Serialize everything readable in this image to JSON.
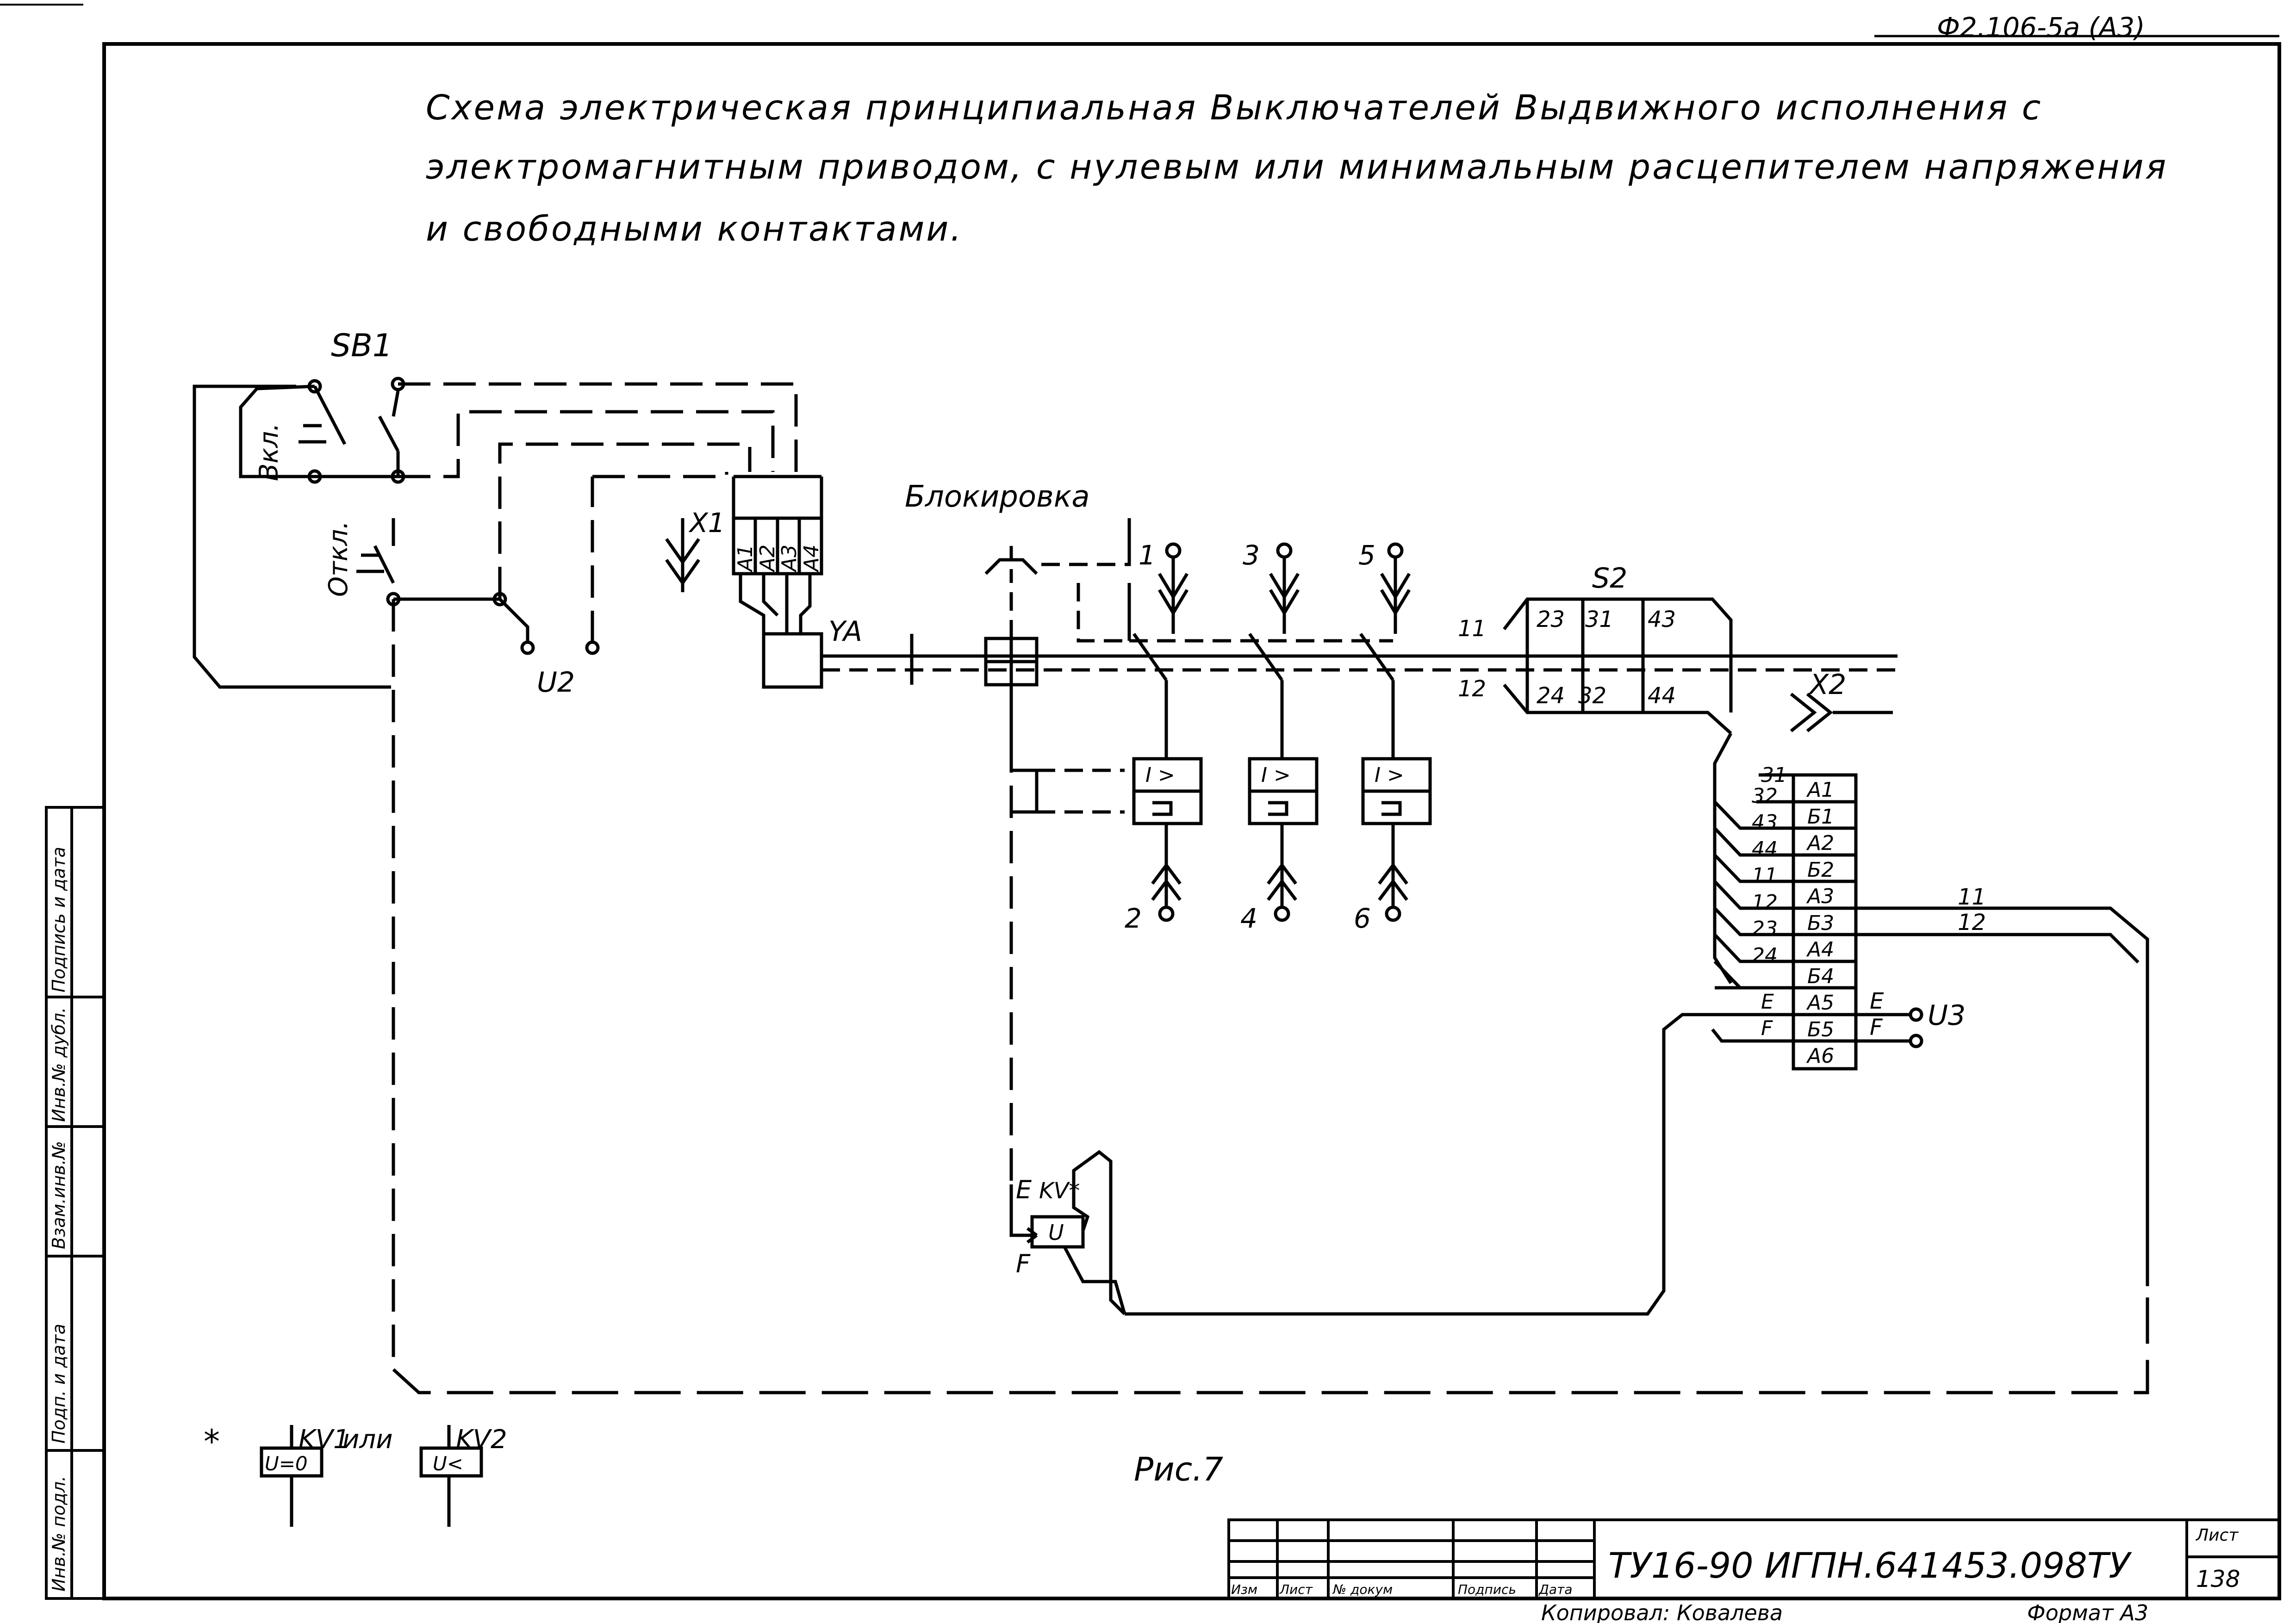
{
  "header": {
    "format_code": "Ф2.106-5а (А3)",
    "title_line1": "Схема   электрическая  принципиальная  Выключателей    Выдвижного   исполнения  с",
    "title_line2": "электромагнитным    приводом,  с  нулевым  или  минимальным   расцепителем  напряжения",
    "title_line3": "и  свободными     контактами."
  },
  "labels": {
    "sb1": "SB1",
    "vkl": "Вкл.",
    "otkl": "Откл.",
    "x1": "X1",
    "a1": "А1",
    "a2": "А2",
    "a3": "А3",
    "a4": "А4",
    "ya": "YA",
    "u2": "U2",
    "blokirovka": "Блокировка",
    "t1": "1",
    "t2": "2",
    "t3": "3",
    "t4": "4",
    "t5": "5",
    "t6": "6",
    "relay": "I >",
    "s2": "S2",
    "s2_c11": "11",
    "s2_c12": "12",
    "s2_c23": "23",
    "s2_c24": "24",
    "s2_c31": "31",
    "s2_c32": "32",
    "s2_c43": "43",
    "s2_c44": "44",
    "x2": "X2",
    "u3": "U3",
    "e": "E",
    "f": "F",
    "kv_star": "KV*",
    "u": "U",
    "line11": "11",
    "line12": "12"
  },
  "terminal_block": {
    "left_labels": [
      "31",
      "32",
      "43",
      "44",
      "11",
      "12",
      "23",
      "24",
      "E",
      "F"
    ],
    "cells": [
      "А1",
      "Б1",
      "А2",
      "Б2",
      "А3",
      "Б3",
      "А4",
      "Б4",
      "А5",
      "Б5",
      "А6"
    ]
  },
  "footnote": {
    "star": "*",
    "kv1": "KV1",
    "ili": "или",
    "kv2": "KV2",
    "u0": "U=0",
    "uless": "U<"
  },
  "caption": "Рис.7",
  "stamp": {
    "doc_code": "ТУ16-90 ИГПН.641453.098ТУ",
    "sheet_label": "Лист",
    "sheet_number": "138",
    "cols": [
      "Изм",
      "Лист",
      "№ докум",
      "Подпись",
      "Дата"
    ],
    "copied": "Копировал: Ковалева",
    "format": "Формат  А3"
  },
  "side_stamp": [
    "Инв.№ подл.",
    "Подп. и дата",
    "Взам.инв.№",
    "Инв.№ дубл.",
    "Подпись и дата"
  ]
}
